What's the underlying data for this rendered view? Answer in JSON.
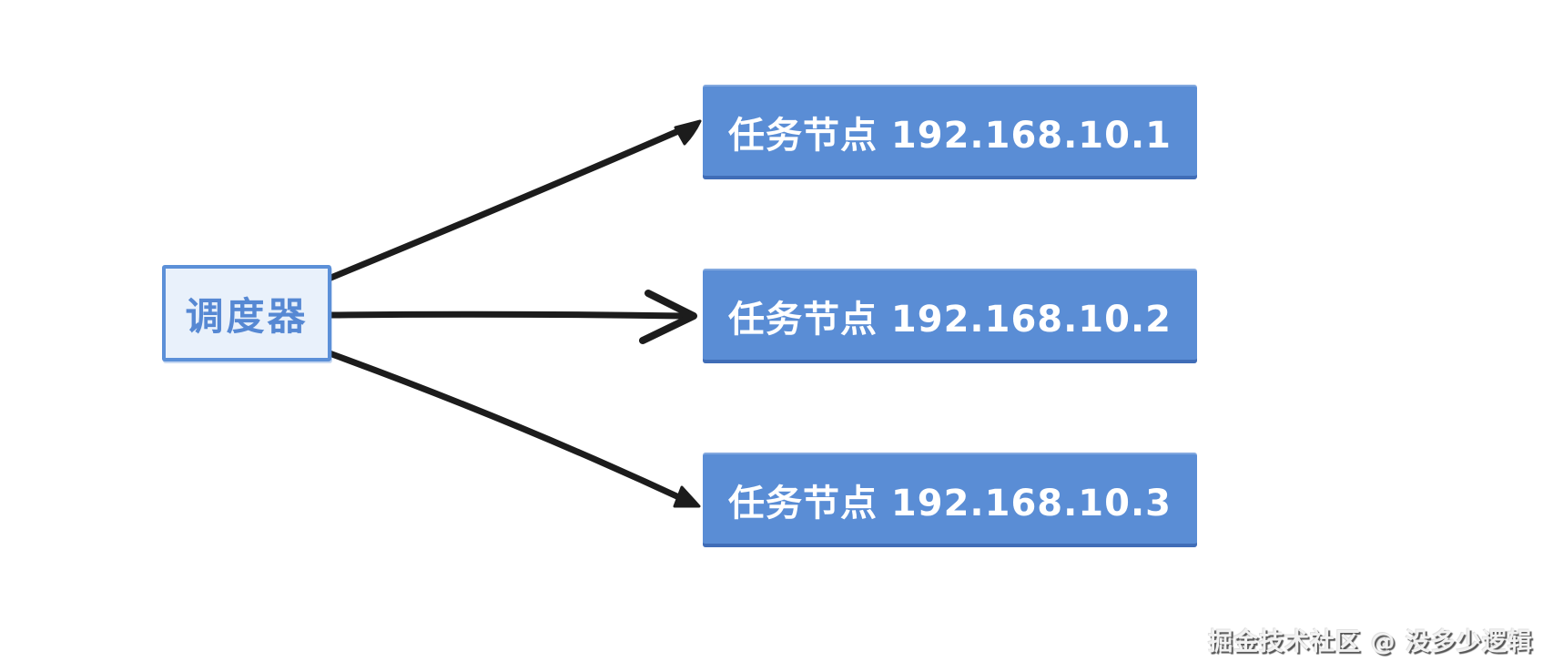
{
  "diagram": {
    "scheduler": {
      "label": "调度器"
    },
    "nodes": [
      {
        "label": "任务节点 192.168.10.1"
      },
      {
        "label": "任务节点 192.168.10.2"
      },
      {
        "label": "任务节点 192.168.10.3"
      }
    ],
    "edges": [
      {
        "from": "scheduler",
        "to": "node-1"
      },
      {
        "from": "scheduler",
        "to": "node-2"
      },
      {
        "from": "scheduler",
        "to": "node-3"
      }
    ],
    "watermark": "掘金技术社区 @ 没多少逻辑",
    "colors": {
      "background": "#ffffff",
      "node_fill": "#5a8dd5",
      "node_text": "#ffffff",
      "scheduler_fill": "#e9f1fb",
      "scheduler_border": "#5c90d8",
      "scheduler_text": "#5688d3",
      "arrow": "#1c1c1c"
    }
  }
}
